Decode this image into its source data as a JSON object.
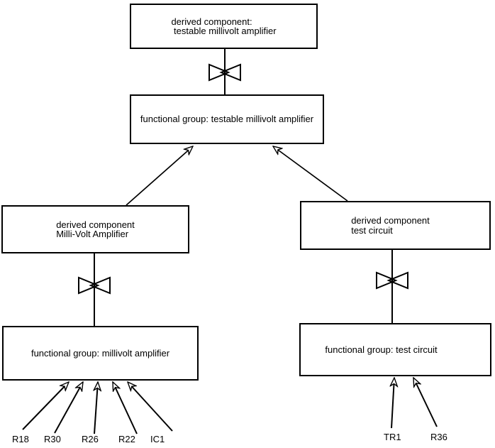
{
  "colors": {
    "background": "#ffffff",
    "line": "#000000",
    "text": "#000000"
  },
  "nodes": {
    "derived_testable": {
      "label": "derived component:\n testable millivolt amplifier"
    },
    "fg_testable": {
      "label": "functional group: testable millivolt amplifier"
    },
    "derived_millivolt": {
      "label": "derived component\nMilli-Volt Amplifier"
    },
    "derived_test": {
      "label": "derived component\ntest circuit"
    },
    "fg_millivolt": {
      "label": "functional group: millivolt amplifier"
    },
    "fg_test": {
      "label": "functional group: test circuit"
    }
  },
  "components": {
    "r18": "R18",
    "r30": "R30",
    "r26": "R26",
    "r22": "R22",
    "ic1": "IC1",
    "tr1": "TR1",
    "r36": "R36"
  }
}
